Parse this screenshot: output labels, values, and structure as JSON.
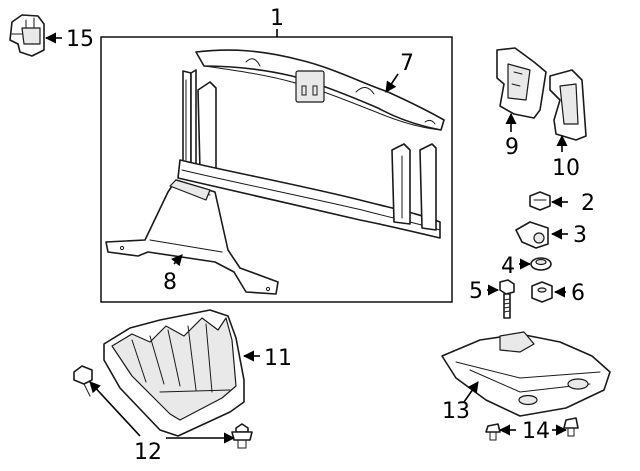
{
  "callouts": [
    {
      "id": "1",
      "label": "1"
    },
    {
      "id": "2",
      "label": "2"
    },
    {
      "id": "3",
      "label": "3"
    },
    {
      "id": "4",
      "label": "4"
    },
    {
      "id": "5",
      "label": "5"
    },
    {
      "id": "6",
      "label": "6"
    },
    {
      "id": "7",
      "label": "7"
    },
    {
      "id": "8",
      "label": "8"
    },
    {
      "id": "9",
      "label": "9"
    },
    {
      "id": "10",
      "label": "10"
    },
    {
      "id": "11",
      "label": "11"
    },
    {
      "id": "12",
      "label": "12"
    },
    {
      "id": "13",
      "label": "13"
    },
    {
      "id": "14",
      "label": "14"
    },
    {
      "id": "15",
      "label": "15"
    }
  ],
  "colors": {
    "line": "#1a1a1a",
    "fill": "#ffffff",
    "shade": "#e9e9e9",
    "background": "#ffffff"
  }
}
